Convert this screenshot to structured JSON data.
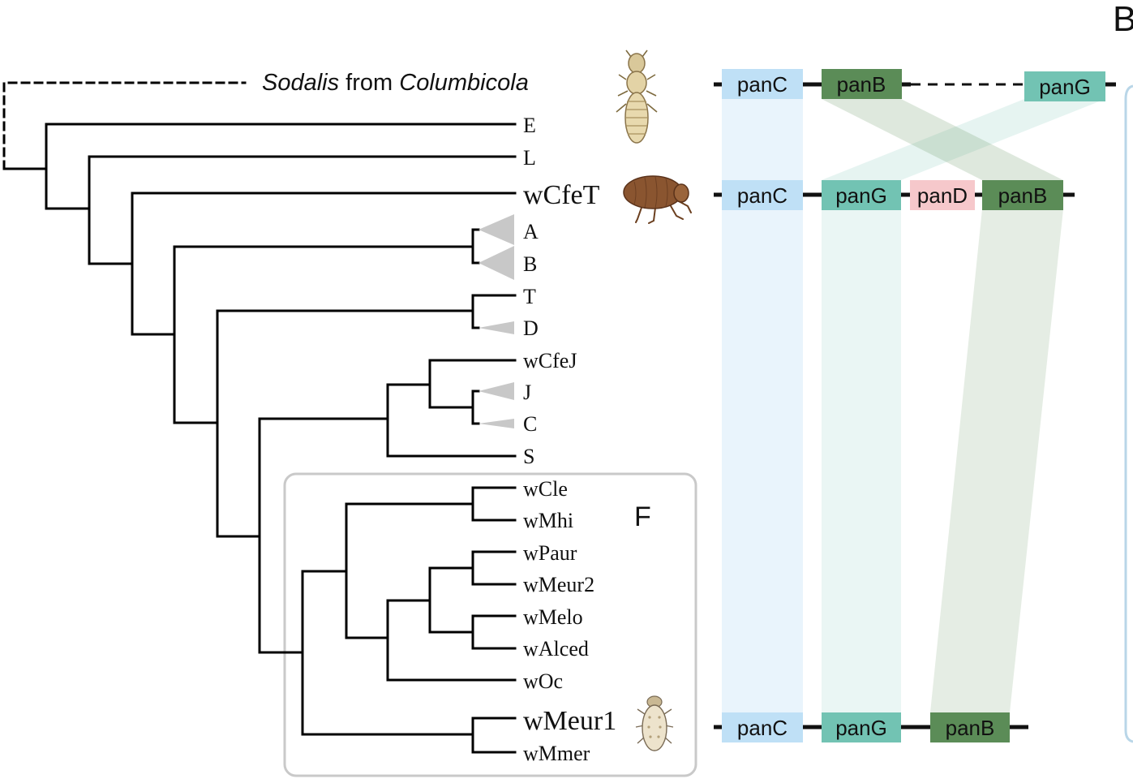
{
  "panel_label": "B",
  "outgroup": {
    "genus": "Sodalis",
    "connector": " from ",
    "host": "Columbicola"
  },
  "clade_box_label": "F",
  "taxa": {
    "E": "E",
    "L": "L",
    "wCfeT": "wCfeT",
    "A": "A",
    "B": "B",
    "T": "T",
    "D": "D",
    "wCfeJ": "wCfeJ",
    "J": "J",
    "C": "C",
    "S": "S",
    "wCle": "wCle",
    "wMhi": "wMhi",
    "wPaur": "wPaur",
    "wMeur2": "wMeur2",
    "wMelo": "wMelo",
    "wAlced": "wAlced",
    "wOc": "wOc",
    "wMeur1": "wMeur1",
    "wMmer": "wMmer"
  },
  "genes": {
    "sodalis": [
      "panC",
      "panB",
      "panG"
    ],
    "wcfet": [
      "panC",
      "panG",
      "panD",
      "panB"
    ],
    "wmeur1": [
      "panC",
      "panG",
      "panB"
    ]
  },
  "colors": {
    "panC": "#bfe0f6",
    "panB": "#5b8c57",
    "panG": "#72c3b3",
    "panD": "#f6c8cb",
    "collapsed_clade": "#c8c8c8",
    "box_border": "#c9c9c9"
  },
  "icons": [
    "louse-icon",
    "flea-icon",
    "bat-fly-icon"
  ]
}
